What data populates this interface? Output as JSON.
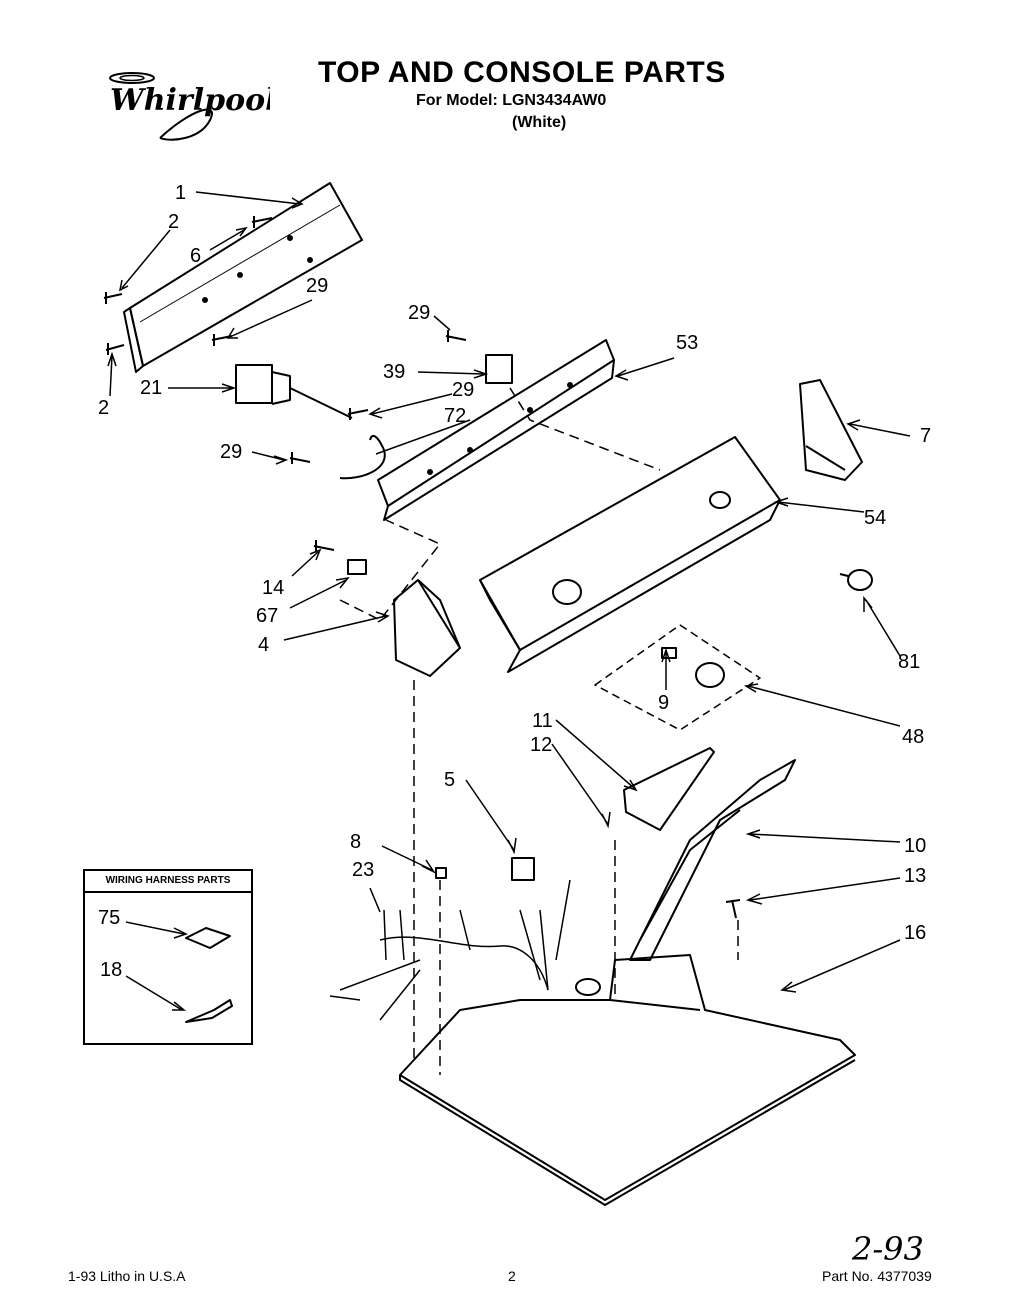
{
  "brand": "Whirlpool",
  "title": "TOP AND CONSOLE PARTS",
  "model_line": "For Model: LGN3434AW0",
  "color_line": "(White)",
  "harness_box_title": "WIRING HARNESS PARTS",
  "callouts": {
    "c1": "1",
    "c2a": "2",
    "c2b": "2",
    "c6": "6",
    "c29a": "29",
    "c29b": "29",
    "c29c": "29",
    "c29d": "29",
    "c21": "21",
    "c39": "39",
    "c72": "72",
    "c53": "53",
    "c7": "7",
    "c54": "54",
    "c14": "14",
    "c67": "67",
    "c4": "4",
    "c81": "81",
    "c9": "9",
    "c48": "48",
    "c11": "11",
    "c12": "12",
    "c5": "5",
    "c10": "10",
    "c8": "8",
    "c13": "13",
    "c23": "23",
    "c16": "16",
    "c75": "75",
    "c18": "18"
  },
  "footer": {
    "left": "1-93 Litho in U.S.A",
    "page": "2",
    "part_no": "Part No. 4377039",
    "handwritten": "2-93"
  }
}
